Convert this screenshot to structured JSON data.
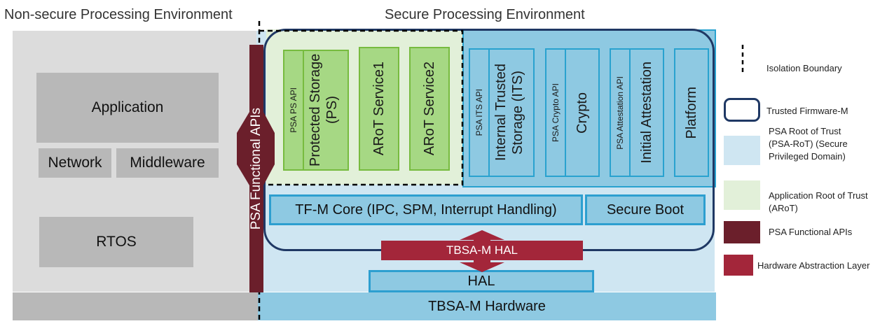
{
  "headers": {
    "nonsecure": "Non-secure Processing Environment",
    "secure": "Secure Processing Environment"
  },
  "nonsecure": {
    "application": "Application",
    "network": "Network",
    "middleware": "Middleware",
    "rtos": "RTOS"
  },
  "psa_functional_apis_label": "PSA Functional APIs",
  "arot": {
    "psa_ps_api": "PSA PS API",
    "protected_storage": "Protected Storage (PS)",
    "arot_service1": "ARoT Service1",
    "arot_service2": "ARoT Service2"
  },
  "psa_rot": {
    "psa_its_api": "PSA ITS API",
    "its": "Internal Trusted Storage (ITS)",
    "psa_crypto_api": "PSA Crypto API",
    "crypto": "Crypto",
    "psa_attestation_api": "PSA Attestation API",
    "initial_attestation": "Initial Attestation",
    "platform": "Platform"
  },
  "core": {
    "tfm_core": "TF-M Core (IPC, SPM, Interrupt Handling)",
    "secure_boot": "Secure Boot"
  },
  "tbsa_hal": "TBSA-M HAL",
  "hal": "HAL",
  "hardware": "TBSA-M Hardware",
  "legend": {
    "isolation": "Isolation Boundary",
    "tfm": "Trusted Firmware-M",
    "psa_rot": "PSA Root of Trust (PSA-RoT) (Secure Privileged Domain)",
    "arot": "Application Root of Trust (ARoT)",
    "psa_apis": "PSA Functional APIs",
    "hal": "Hardware Abstraction Layer"
  },
  "colors": {
    "nonsecure_bg": "#dcdcdc",
    "grey_box": "#b8b8b8",
    "psa_rot_light": "#cfe6f2",
    "arot_light": "#e2f0d9",
    "green_box": "#a6d884",
    "blue_box": "#8ec9e2",
    "dark_red": "#6b1f2b",
    "hal_red": "#a3263a",
    "navy": "#1f3864"
  }
}
